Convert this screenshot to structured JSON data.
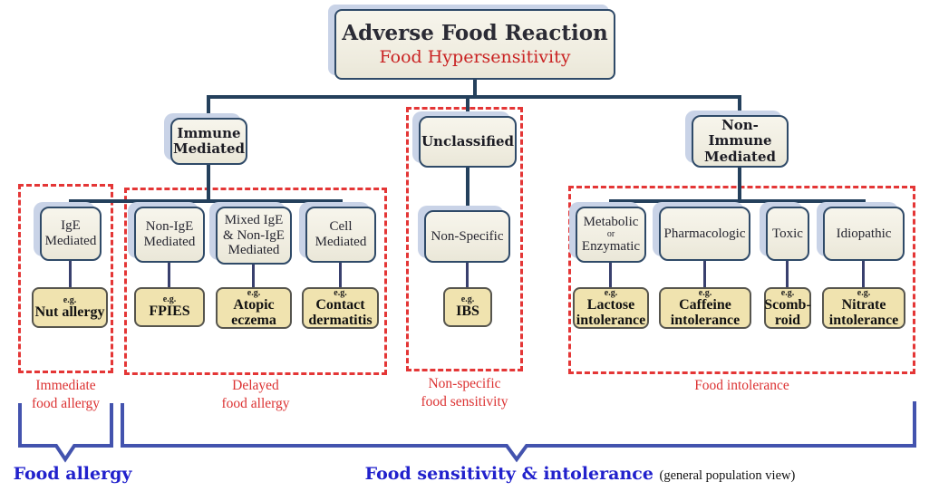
{
  "root": {
    "title": "Adverse Food Reaction",
    "subtitle": "Food Hypersensitivity"
  },
  "branches": {
    "immune": "Immune\nMediated",
    "unclassified": "Unclassified",
    "non_immune": "Non-Immune\nMediated"
  },
  "categories": {
    "ige": "IgE\nMediated",
    "non_ige": "Non-IgE\nMediated",
    "mixed": "Mixed IgE\n& Non-IgE\nMediated",
    "cell": "Cell\nMediated",
    "non_specific": "Non-Specific",
    "metabolic_line1": "Metabolic",
    "metabolic_or": "or",
    "metabolic_line2": "Enzymatic",
    "pharmacologic": "Pharmacologic",
    "toxic": "Toxic",
    "idiopathic": "Idiopathic"
  },
  "eg_label": "e.g.",
  "examples": {
    "nut": "Nut allergy",
    "fpies": "FPIES",
    "atopic": "Atopic\neczema",
    "contact": "Contact\ndermatitis",
    "ibs": "IBS",
    "lactose": "Lactose\nintolerance",
    "caffeine": "Caffeine\nintolerance",
    "scombroid": "Scomb-\nroid",
    "nitrate": "Nitrate\nintolerance"
  },
  "group_labels": {
    "immediate": "Immediate\nfood allergy",
    "delayed": "Delayed\nfood allergy",
    "non_specific": "Non-specific\nfood sensitivity",
    "intolerance": "Food intolerance"
  },
  "bottom_labels": {
    "food_allergy": "Food allergy",
    "sensitivity_bold": "Food sensitivity & intolerance",
    "sensitivity_note": "(general population view)"
  },
  "colors": {
    "connector": "#24405c",
    "example_connector": "#39406e",
    "dashed_red": "#e43636",
    "red_text": "#dc3232",
    "brace_blue": "#4353ae",
    "blue_text": "#2121cc",
    "node_fill": "#f1efe3",
    "node_border": "#2f4a68",
    "node_shadow": "#c9d3e7",
    "example_fill": "#f0e3af",
    "example_border": "#56554e"
  }
}
